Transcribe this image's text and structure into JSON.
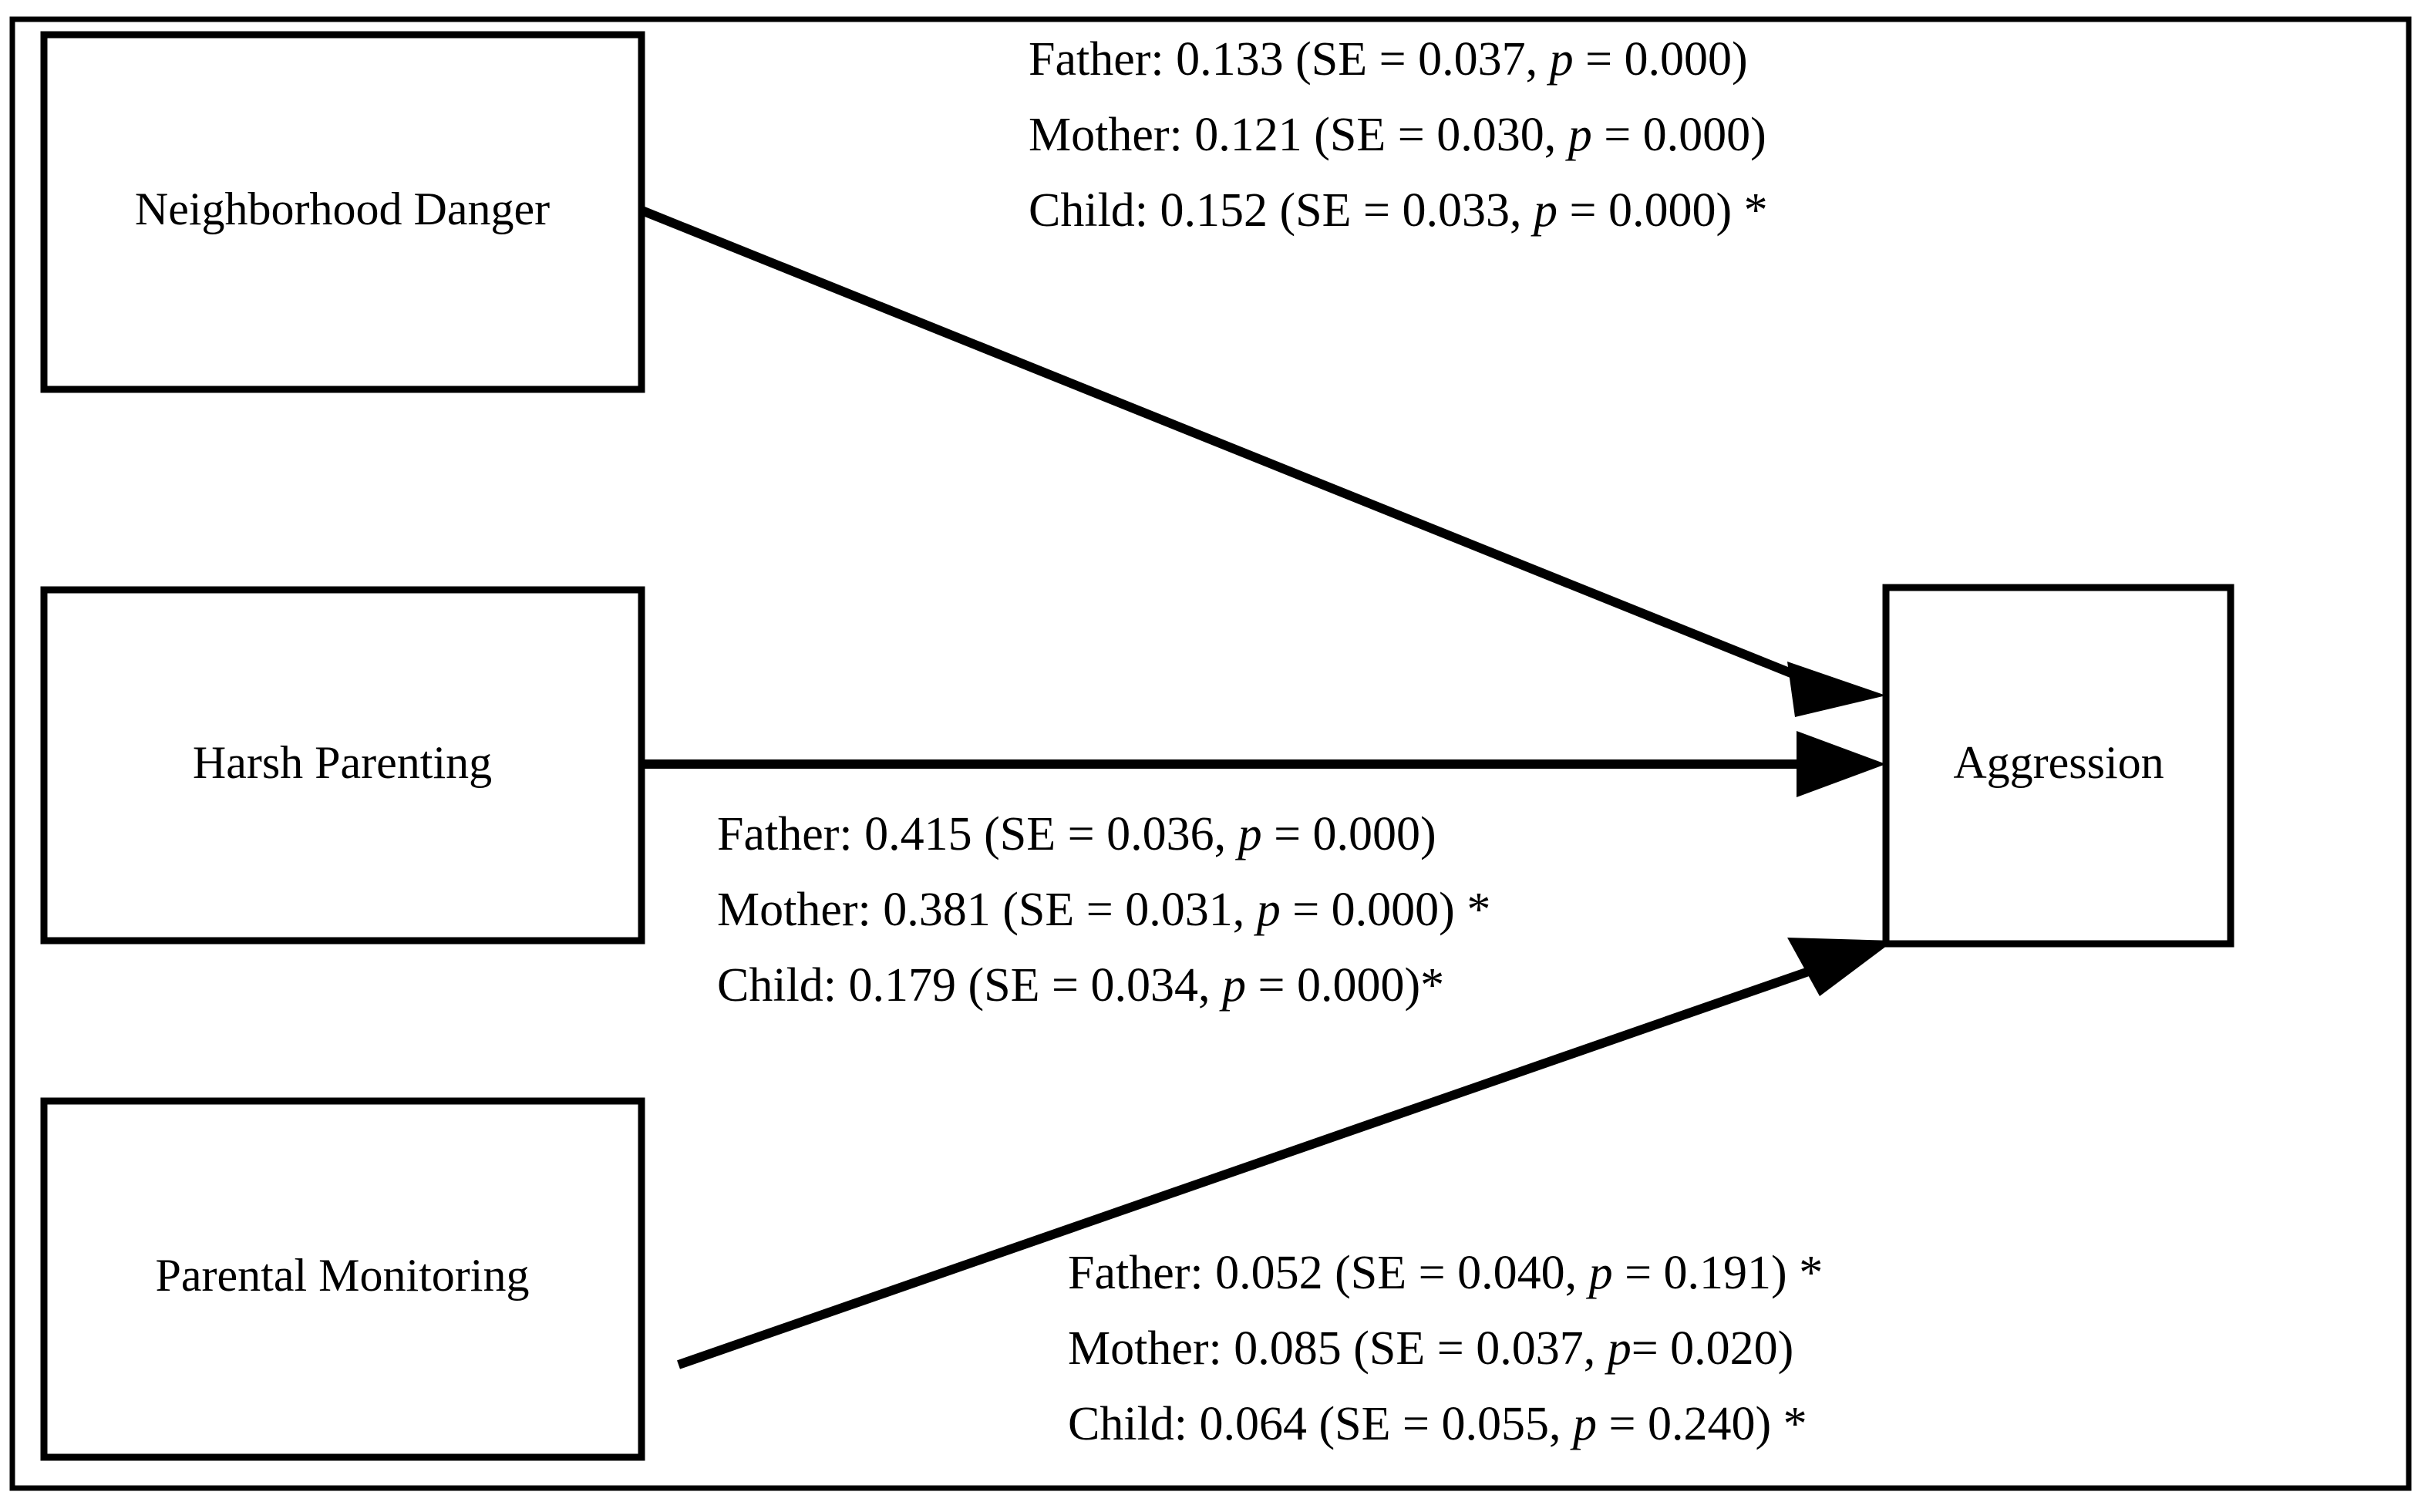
{
  "figure": {
    "type": "path-diagram",
    "border": true,
    "background_color": "#ffffff",
    "line_color": "#000000"
  },
  "nodes": [
    {
      "id": "neighborhood-danger",
      "label": "Neighborhood Danger"
    },
    {
      "id": "harsh-parenting",
      "label": "Harsh Parenting"
    },
    {
      "id": "parental-monitoring",
      "label": "Parental Monitoring"
    },
    {
      "id": "aggression",
      "label": "Aggression"
    }
  ],
  "paths": [
    {
      "id": "path-neighborhood-danger-to-aggression",
      "from": "Neighborhood Danger",
      "to": "Aggression",
      "estimates": [
        {
          "reporter": "Father",
          "coefficient": "0.133",
          "se": "0.037",
          "p": "0.000",
          "significant_marker": "",
          "line": "Father: 0.133 (SE = 0.037, p = 0.000)"
        },
        {
          "reporter": "Mother",
          "coefficient": "0.121",
          "se": "0.030",
          "p": "0.000",
          "significant_marker": "",
          "line": "Mother: 0.121 (SE = 0.030, p = 0.000)"
        },
        {
          "reporter": "Child",
          "coefficient": "0.152",
          "se": "0.033",
          "p": "0.000",
          "significant_marker": "*",
          "line": "Child: 0.152 (SE = 0.033, p = 0.000) *"
        }
      ]
    },
    {
      "id": "path-harsh-parenting-to-aggression",
      "from": "Harsh Parenting",
      "to": "Aggression",
      "estimates": [
        {
          "reporter": "Father",
          "coefficient": "0.415",
          "se": "0.036",
          "p": "0.000",
          "significant_marker": "",
          "line": "Father: 0.415 (SE = 0.036, p = 0.000)"
        },
        {
          "reporter": "Mother",
          "coefficient": "0.381",
          "se": "0.031",
          "p": "0.000",
          "significant_marker": "*",
          "line": "Mother: 0.381 (SE = 0.031, p = 0.000) *"
        },
        {
          "reporter": "Child",
          "coefficient": "0.179",
          "se": "0.034",
          "p": "0.000",
          "significant_marker": "*",
          "line": "Child: 0.179 (SE = 0.034, p = 0.000)*"
        }
      ]
    },
    {
      "id": "path-parental-monitoring-to-aggression",
      "from": "Parental Monitoring",
      "to": "Aggression",
      "estimates": [
        {
          "reporter": "Father",
          "coefficient": "0.052",
          "se": "0.040",
          "p": "0.191",
          "significant_marker": "*",
          "line": "Father: 0.052 (SE = 0.040, p = 0.191) *"
        },
        {
          "reporter": "Mother",
          "coefficient": "0.085",
          "se": "0.037",
          "p": "0.020",
          "significant_marker": "",
          "line": "Mother: 0.085 (SE = 0.037, p= 0.020)"
        },
        {
          "reporter": "Child",
          "coefficient": "0.064",
          "se": "0.055",
          "p": "0.240",
          "significant_marker": "*",
          "line": "Child: 0.064 (SE = 0.055, p = 0.240) *"
        }
      ]
    }
  ],
  "text_blocks": {
    "block_1": {
      "l1_pre": "Father: 0.133 (SE = 0.037, ",
      "l1_p": "p",
      "l1_post": " = 0.000)",
      "l1_star": "",
      "l2_pre": "Mother: 0.121 (SE = 0.030, ",
      "l2_p": "p",
      "l2_post": " = 0.000)",
      "l2_star": "",
      "l3_pre": "Child: 0.152 (SE = 0.033, ",
      "l3_p": "p",
      "l3_post": " = 0.000)",
      "l3_star": " *"
    },
    "block_2": {
      "l1_pre": "Father: 0.415 (SE = 0.036, ",
      "l1_p": "p",
      "l1_post": " = 0.000)",
      "l1_star": "",
      "l2_pre": "Mother: 0.381 (SE = 0.031, ",
      "l2_p": "p",
      "l2_post": " = 0.000)",
      "l2_star": " *",
      "l3_pre": "Child: 0.179 (SE = 0.034, ",
      "l3_p": "p",
      "l3_post": " = 0.000)",
      "l3_star": "*"
    },
    "block_3": {
      "l1_pre": "Father: 0.052 (SE = 0.040, ",
      "l1_p": "p",
      "l1_post": " = 0.191)",
      "l1_star": " *",
      "l2_pre": "Mother: 0.085 (SE = 0.037, ",
      "l2_p": "p",
      "l2_post": "= 0.020)",
      "l2_star": "",
      "l3_pre": "Child: 0.064 (SE = 0.055, ",
      "l3_p": "p",
      "l3_post": " = 0.240)",
      "l3_star": " *"
    }
  }
}
